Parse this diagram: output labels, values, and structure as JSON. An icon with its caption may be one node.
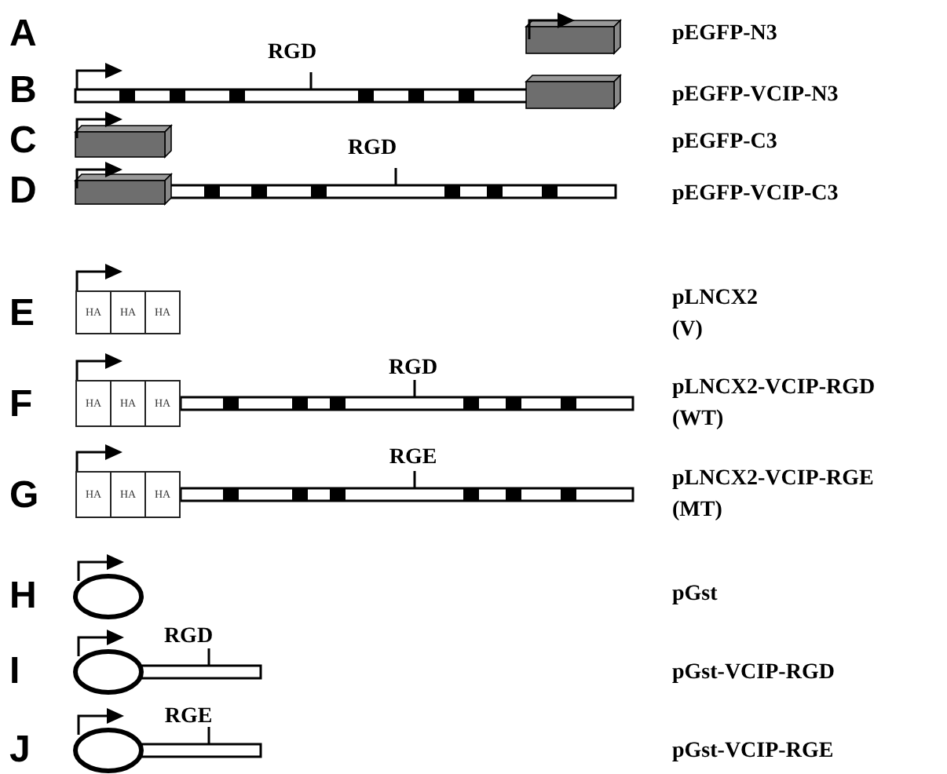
{
  "diagram": {
    "labels": [
      "A",
      "pEGFP-N3",
      "RGD",
      "B",
      "pEGFP-VCIP-N3",
      "RGD",
      "C",
      "pEGFP-C3",
      "D",
      "pEGFP-VCIP-C3",
      "E",
      "HA",
      "HA",
      "HA",
      "pLNCX2 (V)",
      "RGD",
      "F",
      "HA",
      "HA",
      "HA",
      "pLNCX2-VCIP-RGD (WT)",
      "RGE",
      "G",
      "HA",
      "HA",
      "HA",
      "pLNCX2-VCIP-RGE (MT)",
      "H",
      "pGst",
      "RGD",
      "I",
      "pGst-VCIP-RGD",
      "RGE",
      "J",
      "pGst-VCIP-RGE"
    ]
  }
}
